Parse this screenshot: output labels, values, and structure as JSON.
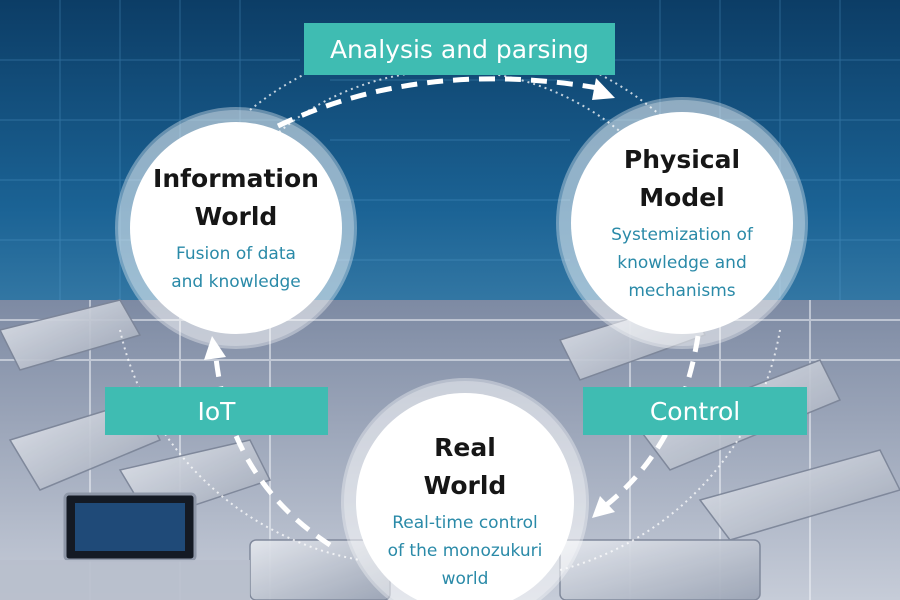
{
  "nodes": {
    "information_world": {
      "title_line1": "Information",
      "title_line2": "World",
      "subtitle_line1": "Fusion of data",
      "subtitle_line2": "and knowledge"
    },
    "physical_model": {
      "title_line1": "Physical",
      "title_line2": "Model",
      "subtitle_line1": "Systemization of",
      "subtitle_line2": "knowledge and",
      "subtitle_line3": "mechanisms"
    },
    "real_world": {
      "title_line1": "Real",
      "title_line2": "World",
      "subtitle_line1": "Real-time control",
      "subtitle_line2": "of the monozukuri",
      "subtitle_line3": "world"
    }
  },
  "edges": {
    "analysis_label": "Analysis and parsing",
    "iot_label": "IoT",
    "control_label": "Control"
  },
  "colors": {
    "accent_teal": "#3fbcb2",
    "subtitle_blue": "#2a8aa8",
    "background_dark": "#0b2f52",
    "factory_grey": "#c9ced8"
  }
}
